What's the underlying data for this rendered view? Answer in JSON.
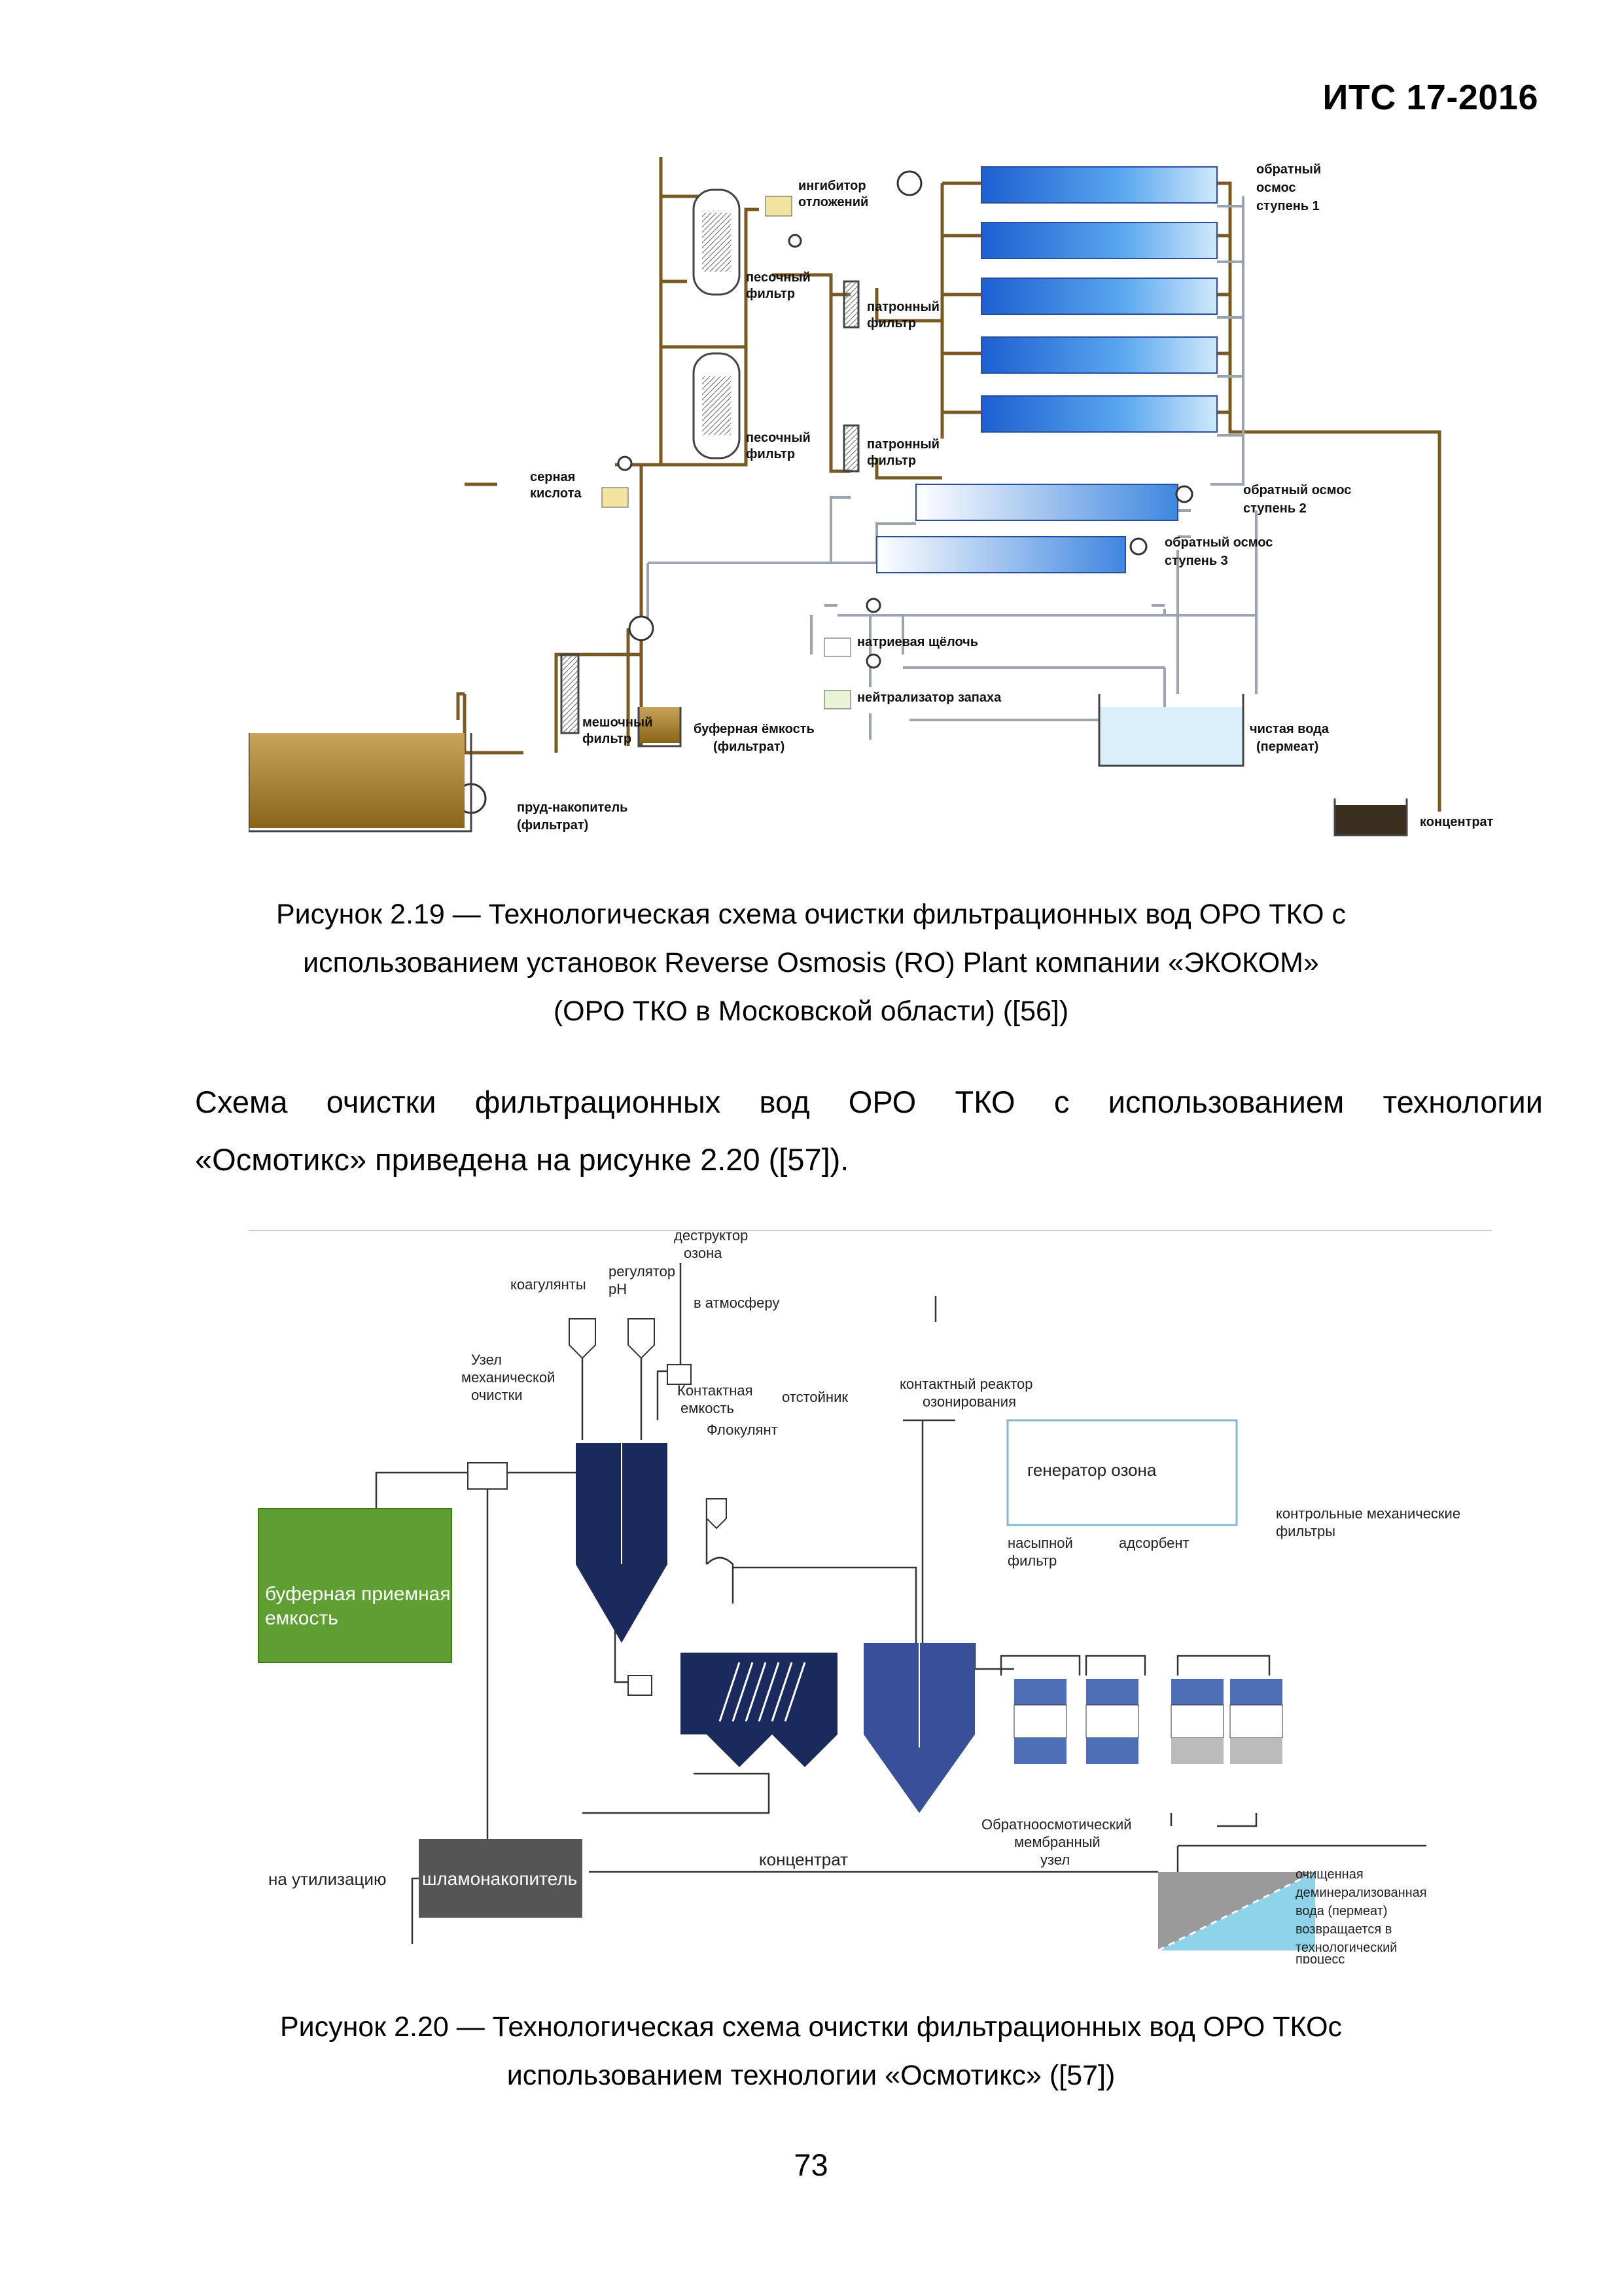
{
  "header": {
    "code": "ИТС 17-2016"
  },
  "figure1": {
    "labels": {
      "inhibitor": [
        "ингибитор",
        "отложений"
      ],
      "sand_filter_1": [
        "песочный",
        "фильтр"
      ],
      "sand_filter_2": [
        "песочный",
        "фильтр"
      ],
      "cartridge_filter_1": [
        "патронный",
        "фильтр"
      ],
      "cartridge_filter_2": [
        "патронный",
        "фильтр"
      ],
      "ro_stage1": [
        "обратный",
        "осмос",
        "ступень 1"
      ],
      "ro_stage2": [
        "обратный осмос",
        "ступень 2"
      ],
      "ro_stage3": [
        "обратный осмос",
        "ступень 3"
      ],
      "sulfuric_acid": [
        "серная",
        "кислота"
      ],
      "sodium_alkali": "натриевая щёлочь",
      "odor_neutralizer": "нейтрализатор запаха",
      "bag_filter": [
        "мешочный",
        "фильтр"
      ],
      "buffer_tank": [
        "буферная ёмкость",
        "(фильтрат)"
      ],
      "clean_water": [
        "чистая вода",
        "(пермеат)"
      ],
      "pond": [
        "пруд-накопитель",
        "(фильтрат)"
      ],
      "concentrate": "концентрат"
    }
  },
  "caption1": [
    "Рисунок 2.19 — Технологическая схема очистки фильтрационных вод ОРО ТКО с",
    "использованием установок Reverse Osmosis (RO) Plant компании «ЭКОКОМ»",
    "(ОРО ТКО в Московской области) ([56])"
  ],
  "paragraph": [
    "Схема очистки фильтрационных вод ОРО ТКО с использованием технологии",
    "«Осмотикс» приведена на рисунке 2.20 ([57])."
  ],
  "figure2": {
    "labels": {
      "ozone_destructor": [
        "деструктор",
        "озона"
      ],
      "coagulants": "коагулянты",
      "ph_regulator": [
        "регулятор",
        "pH"
      ],
      "to_atmosphere": "в атмосферу",
      "mech_node": [
        "Узел",
        "механической",
        "очистки"
      ],
      "contact_tank": [
        "Контактная",
        "емкость"
      ],
      "settler": "отстойник",
      "ozonation_reactor": [
        "контактный реактор",
        "озонирования"
      ],
      "flocculant": "Флокулянт",
      "ozone_generator": "генератор озона",
      "buffer_tank": [
        "буферная приемная",
        "емкость"
      ],
      "control_filters": [
        "контрольные механические",
        "фильтры"
      ],
      "bulk_filter": [
        "насыпной",
        "фильтр"
      ],
      "adsorbent": "адсорбент",
      "ro_node": [
        "Обратноосмотический",
        "мембранный",
        "узел"
      ],
      "sludge": "шламонакопитель",
      "to_disposal": "на утилизацию",
      "concentrate": "концентрат",
      "permeate": [
        "очищенная",
        "деминерализованная",
        "вода (пермеат)",
        "возвращается в",
        "технологический",
        "процесс"
      ]
    },
    "colors": {
      "buffer": "#5e9e32",
      "navy": "#1b2a5c",
      "blue": "#3a4f9a",
      "gray": "#555555",
      "filter_blue": "#4e6fb5",
      "membrane": "#8fd3ea"
    }
  },
  "caption2": [
    "Рисунок 2.20 — Технологическая схема очистки фильтрационных вод ОРО ТКОс",
    "использованием технологии «Осмотикс» ([57])"
  ],
  "page_number": "73"
}
